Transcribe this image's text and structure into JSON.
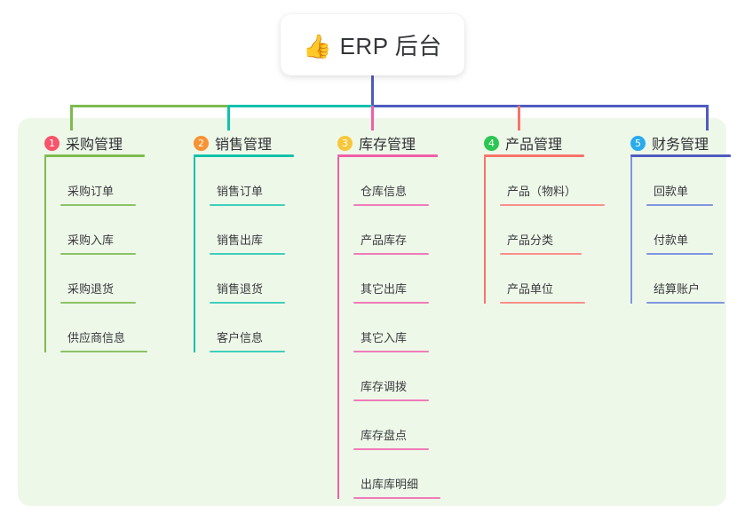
{
  "root": {
    "icon": "thumbs-up-emoji",
    "emoji": "👍",
    "title": "ERP 后台"
  },
  "palette": {
    "panel_bg": "#eef8e9",
    "page_bg": "#ffffff",
    "root_stem": "#4f5bbf",
    "trunk_green": "#7dbb4f",
    "trunk_teal": "#12c1ab",
    "trunk_blue": "#4f5bbf",
    "text": "#3a3b3f"
  },
  "columns": [
    {
      "number": "1",
      "label": "采购管理",
      "badge_color": "#f8546a",
      "line_color": "#7dbb4f",
      "items": [
        "采购订单",
        "采购入库",
        "采购退货",
        "供应商信息"
      ]
    },
    {
      "number": "2",
      "label": "销售管理",
      "badge_color": "#f89232",
      "line_color": "#12c1ab",
      "items": [
        "销售订单",
        "销售出库",
        "销售退货",
        "客户信息"
      ]
    },
    {
      "number": "3",
      "label": "库存管理",
      "badge_color": "#f7c73b",
      "line_color": "#ef5fa8",
      "items": [
        "仓库信息",
        "产品库存",
        "其它出库",
        "其它入库",
        "库存调拨",
        "库存盘点",
        "出库库明细"
      ]
    },
    {
      "number": "4",
      "label": "产品管理",
      "badge_color": "#2cc653",
      "line_color": "#f8736b",
      "items": [
        "产品（物料）",
        "产品分类",
        "产品单位"
      ]
    },
    {
      "number": "5",
      "label": "财务管理",
      "badge_color": "#2aabee",
      "line_color": "#7f96dd",
      "items": [
        "回款单",
        "付款单",
        "结算账户"
      ]
    }
  ]
}
